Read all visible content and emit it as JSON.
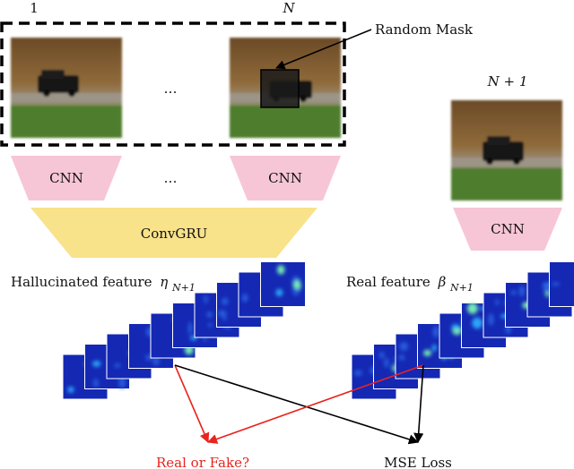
{
  "frames": {
    "first_index": "1",
    "last_index": "N",
    "next_index": "N + 1",
    "ellipsis": "…"
  },
  "mask_label": "Random Mask",
  "encoders": {
    "cnn_label": "CNN",
    "ellipsis": "…",
    "convgru_label": "ConvGRU"
  },
  "features": {
    "hallucinated_text": "Hallucinated feature",
    "hallucinated_symbol": "η",
    "real_text": "Real feature",
    "real_symbol": "β",
    "subscript": "N+1"
  },
  "outputs": {
    "discriminator": "Real or Fake?",
    "loss": "MSE Loss"
  },
  "colors": {
    "cnn_fill": "#f7c6d6",
    "convgru_fill": "#f8e28a",
    "adversarial_arrow": "#e8241f",
    "mse_arrow": "#000000",
    "heatmap_base": "#1428b4"
  }
}
